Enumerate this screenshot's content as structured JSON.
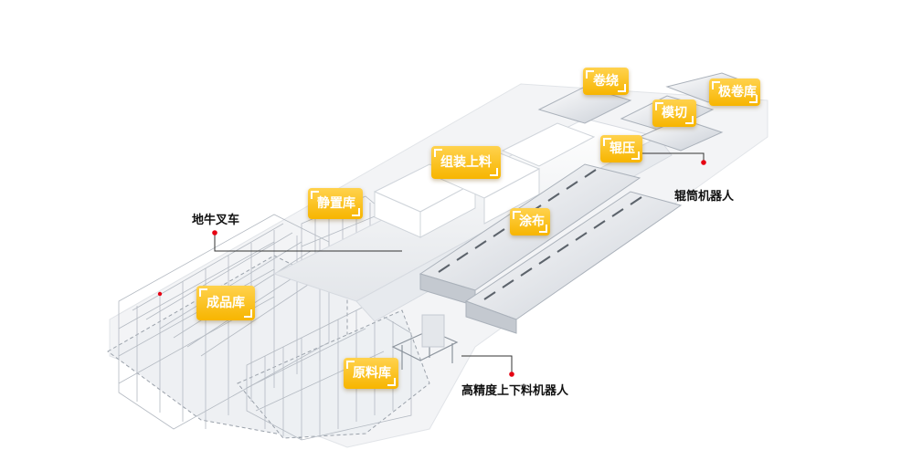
{
  "areas": {
    "winding": "卷绕",
    "pole_roll_store": "极卷库",
    "die_cut": "模切",
    "roll_press": "辊压",
    "assembly_feed": "组装上料",
    "static_store": "静置库",
    "coating": "涂布",
    "finished_store": "成品库",
    "raw_store": "原料库"
  },
  "callouts": {
    "agv": "地牛叉车",
    "roller_robot": "辊筒机器人",
    "loading_robot": "高精度上下料机器人"
  },
  "colors": {
    "tag": "#f7b500",
    "callout_dot": "#e60012",
    "floor": "#f3f4f6",
    "rack": "#b9bfc7"
  }
}
